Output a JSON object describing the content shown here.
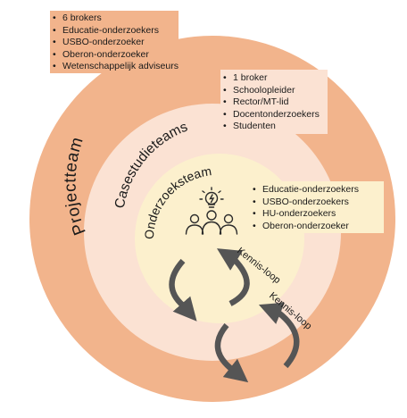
{
  "rings": {
    "outer": {
      "label": "Projectteam",
      "color": "#f2b48c"
    },
    "middle": {
      "label": "Casestudieteams",
      "color": "#fbe2d3"
    },
    "inner": {
      "label": "Onderzoeksteam",
      "color": "#fcf0cd"
    }
  },
  "boxes": {
    "projectteam": [
      "6 brokers",
      "Educatie-onderzoekers",
      "USBO-onderzoeker",
      "Oberon-onderzoeker",
      "Wetenschappelijk adviseurs"
    ],
    "casestudieteams": [
      "1 broker",
      "Schoolopleider",
      "Rector/MT-lid",
      "Docentonderzoekers",
      "Studenten"
    ],
    "onderzoeksteam": [
      "Educatie-onderzoekers",
      "USBO-onderzoekers",
      "HU-onderzoekers",
      "Oberon-onderzoeker"
    ]
  },
  "loops": {
    "label_1": "Kennis-loop",
    "label_2": "Kennis-loop"
  },
  "icons": {
    "team": "team-idea-icon",
    "arrow_color": "#555555"
  }
}
